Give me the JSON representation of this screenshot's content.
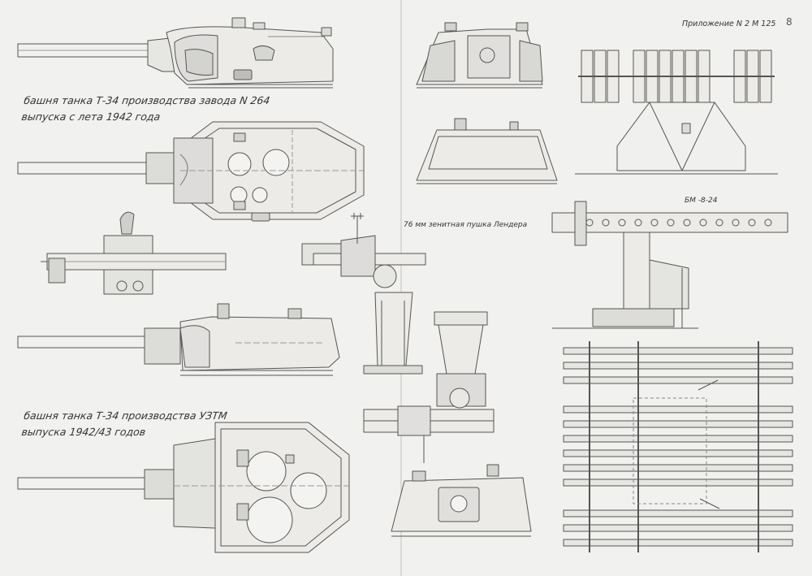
{
  "header": {
    "appendix": "Приложение N 2 M 125",
    "page_number": "8"
  },
  "captions": {
    "turret_264_line1": "башня танка Т-34 производства завода N 264",
    "turret_264_line2": "выпуска с лета 1942 года",
    "turret_uztm_line1": "башня танка Т-34 производства УЗТМ",
    "turret_uztm_line2": "выпуска 1942/43 годов",
    "aa_gun": "76 мм зенитная пушка Лендера",
    "launcher": "БМ -8-24"
  }
}
